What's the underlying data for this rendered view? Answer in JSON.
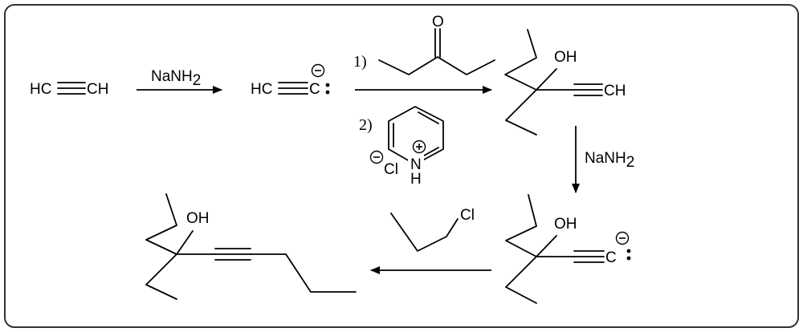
{
  "labels": {
    "hc": "HC",
    "ch": "CH",
    "c": "C",
    "nanh2": "NaNH",
    "sub2": "2",
    "oh": "OH",
    "o": "O",
    "n": "N",
    "h": "H",
    "cl": "Cl",
    "step1": "1)",
    "step2": "2)",
    "minus": "−",
    "plus": "+",
    "dots": ":"
  }
}
